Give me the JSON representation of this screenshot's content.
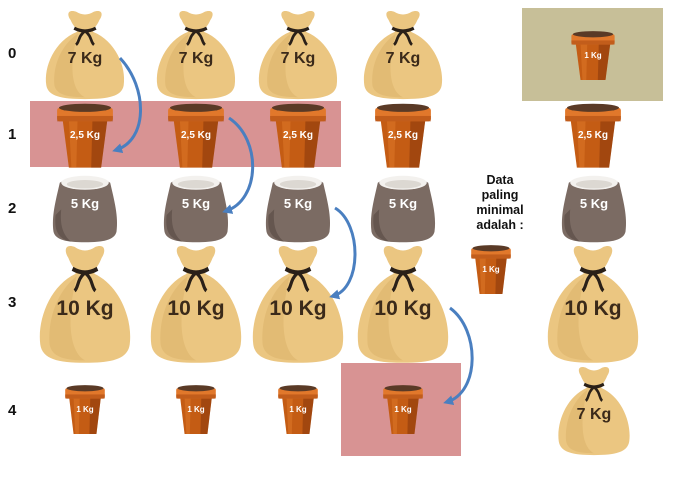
{
  "colors": {
    "highlight": "#d89393",
    "result_box": "#c7bf98",
    "arrow": "#4a7fc0",
    "sack_tan": "#ebc681",
    "sack_tan_dark": "#d6ad63",
    "sack_gray": "#7b6b63",
    "sack_gray_dark": "#65564f",
    "pot_orange": "#c45c14",
    "pot_rim": "#e1782b",
    "soil": "#5a3a26"
  },
  "row_labels": [
    "0",
    "1",
    "2",
    "3",
    "4"
  ],
  "rows": [
    {
      "index": "0",
      "items": [
        {
          "type": "sack-tan",
          "label": "7 Kg"
        },
        {
          "type": "sack-tan",
          "label": "7 Kg"
        },
        {
          "type": "sack-tan",
          "label": "7 Kg"
        },
        {
          "type": "sack-tan",
          "label": "7 Kg"
        }
      ]
    },
    {
      "index": "1",
      "items": [
        {
          "type": "pot",
          "label": "2,5 Kg"
        },
        {
          "type": "pot",
          "label": "2,5 Kg"
        },
        {
          "type": "pot",
          "label": "2,5 Kg"
        },
        {
          "type": "pot",
          "label": "2,5 Kg"
        }
      ]
    },
    {
      "index": "2",
      "items": [
        {
          "type": "sack-gray",
          "label": "5 Kg"
        },
        {
          "type": "sack-gray",
          "label": "5 Kg"
        },
        {
          "type": "sack-gray",
          "label": "5 Kg"
        },
        {
          "type": "sack-gray",
          "label": "5 Kg"
        }
      ]
    },
    {
      "index": "3",
      "items": [
        {
          "type": "sack-tan",
          "label": "10 Kg"
        },
        {
          "type": "sack-tan",
          "label": "10 Kg"
        },
        {
          "type": "sack-tan",
          "label": "10 Kg"
        },
        {
          "type": "sack-tan",
          "label": "10 Kg"
        }
      ]
    },
    {
      "index": "4",
      "items": [
        {
          "type": "pot",
          "label": "1 Kg"
        },
        {
          "type": "pot",
          "label": "1 Kg"
        },
        {
          "type": "pot",
          "label": "1 Kg"
        },
        {
          "type": "pot",
          "label": "1 Kg"
        }
      ]
    }
  ],
  "note": {
    "lines": [
      "Data",
      "paling",
      "minimal",
      "adalah :"
    ]
  },
  "note_item": {
    "type": "pot",
    "label": "1 Kg"
  },
  "result_top": {
    "type": "pot",
    "label": "1 Kg"
  },
  "sorted_column": [
    {
      "type": "pot",
      "label": "2,5 Kg"
    },
    {
      "type": "sack-gray",
      "label": "5 Kg"
    },
    {
      "type": "sack-tan",
      "label": "10 Kg"
    },
    {
      "type": "sack-tan",
      "label": "7 Kg"
    }
  ]
}
